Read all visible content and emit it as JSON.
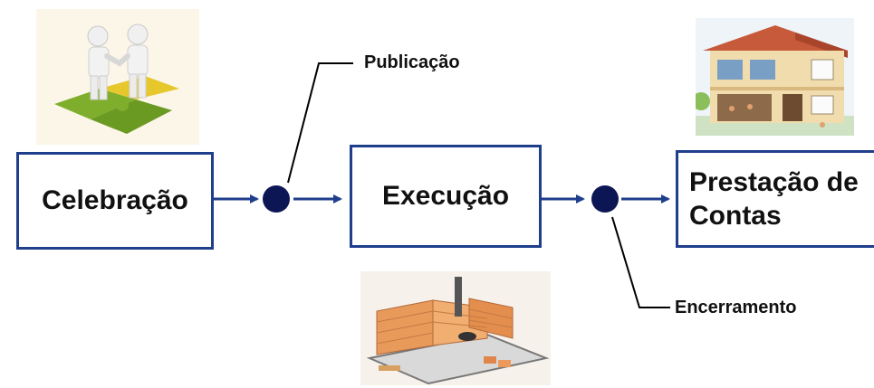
{
  "stages": {
    "celebracao": "Celebração",
    "execucao": "Execução",
    "prestacao_line1": "Prestação de",
    "prestacao_line2": "Contas"
  },
  "events": {
    "publicacao": "Publicação",
    "encerramento": "Encerramento"
  },
  "colors": {
    "box_border": "#1f3e8c",
    "arrow": "#1f3e8c",
    "node": "#0d1654"
  },
  "icons": {
    "top_left": "handshake-puzzle-illustration",
    "top_right": "school-building-illustration",
    "bottom_center": "construction-walls-illustration"
  }
}
